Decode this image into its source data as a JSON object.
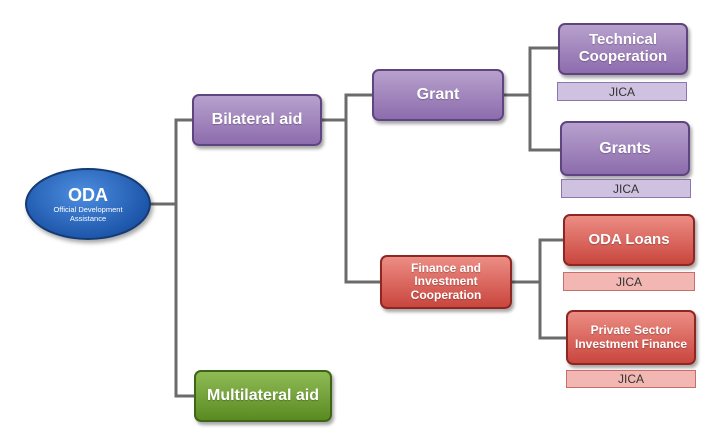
{
  "root": {
    "title": "ODA",
    "subtitle": "Official Development Assistance"
  },
  "level1": {
    "bilateral": "Bilateral aid",
    "multilateral": "Multilateral aid"
  },
  "level2": {
    "grant": "Grant",
    "finance": "Finance and Investment Cooperation"
  },
  "leaves": {
    "technical": {
      "label": "Technical Cooperation",
      "agency": "JICA"
    },
    "grants": {
      "label": "Grants",
      "agency": "JICA"
    },
    "oda_loans": {
      "label": "ODA Loans",
      "agency": "JICA"
    },
    "private_sector": {
      "label": "Private Sector Investment Finance",
      "agency": "JICA"
    }
  },
  "colors": {
    "connector": "#6b6b6b",
    "grant_branch": "#8d6cad",
    "finance_branch": "#c9463e",
    "multilateral": "#5a8a22",
    "root": "#1e57ab"
  }
}
